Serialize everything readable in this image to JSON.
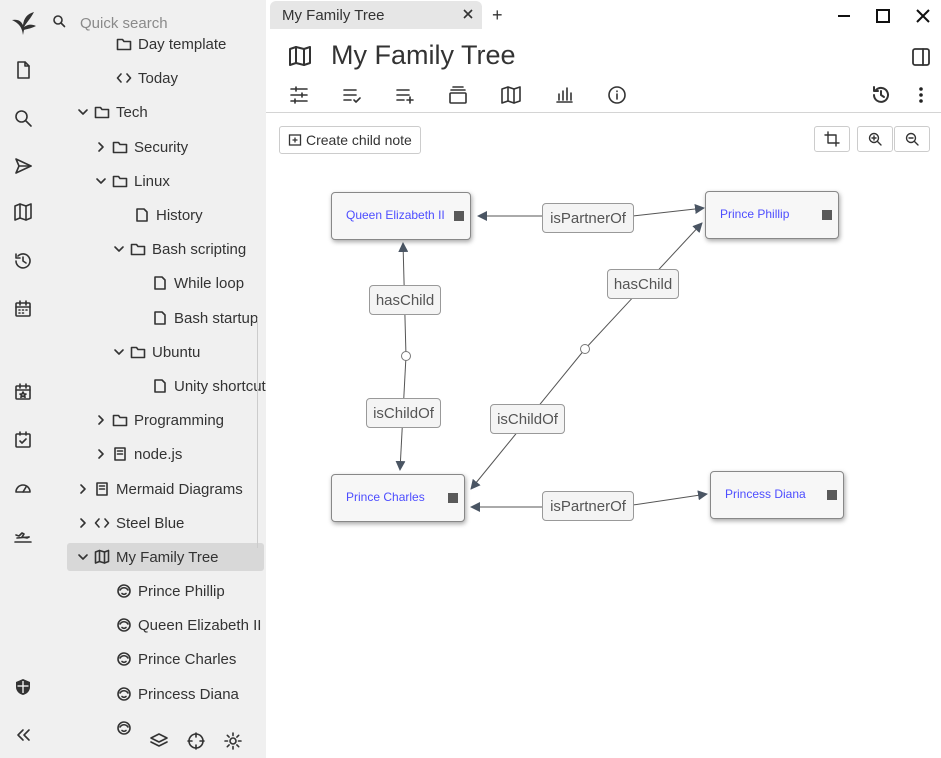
{
  "search": {
    "placeholder": "Quick search"
  },
  "tree": {
    "day_template": "Day template",
    "today": "Today",
    "tech": "Tech",
    "security": "Security",
    "linux": "Linux",
    "history": "History",
    "bash_scripting": "Bash scripting",
    "while_loop": "While loop",
    "bash_startup": "Bash startup",
    "ubuntu": "Ubuntu",
    "unity_shortcuts": "Unity shortcuts",
    "programming": "Programming",
    "nodejs": "node.js",
    "mermaid": "Mermaid Diagrams",
    "steel_blue": "Steel Blue",
    "family_tree": "My Family Tree",
    "prince_phillip": "Prince Phillip",
    "queen_elizabeth": "Queen Elizabeth II",
    "prince_charles": "Prince Charles",
    "princess_diana": "Princess Diana"
  },
  "tab": {
    "title": "My Family Tree",
    "new_tab": "+"
  },
  "note": {
    "title": "My Family Tree"
  },
  "map": {
    "create_child": "Create child note",
    "nodes": {
      "queen": "Queen Elizabeth II",
      "phillip": "Prince Phillip",
      "charles": "Prince Charles",
      "diana": "Princess Diana"
    },
    "edges": {
      "partner_top": "isPartnerOf",
      "haschild_left": "hasChild",
      "ischildof_left": "isChildOf",
      "haschild_right": "hasChild",
      "ischildof_right": "isChildOf",
      "partner_bottom": "isPartnerOf"
    }
  },
  "colors": {
    "link_text": "#4d4dff",
    "sidebar_bg": "#f0f0f0",
    "tab_bg": "#e6e6e6"
  }
}
